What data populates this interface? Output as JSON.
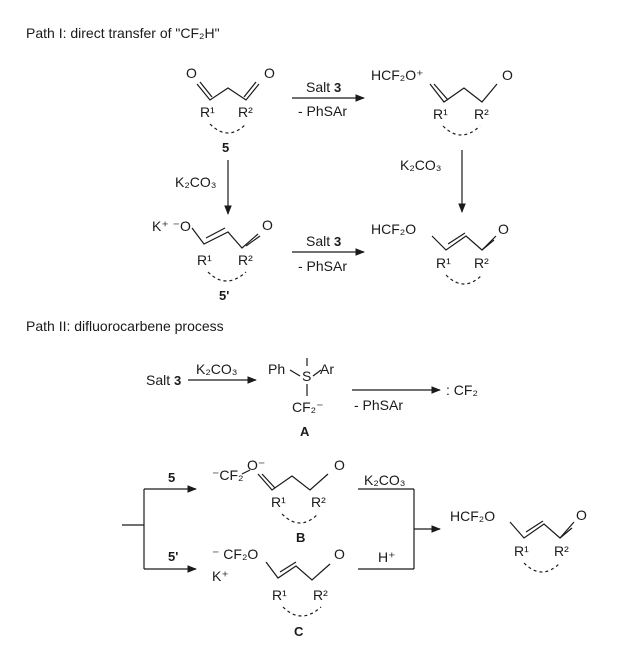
{
  "path1": {
    "title": "Path I: direct transfer of \"CF₂H\"",
    "r1": "R¹",
    "r2": "R²",
    "o": "O",
    "cmpd5": "5",
    "cmpd5p": "5'",
    "salt": "Salt ",
    "salt_num": "3",
    "byproduct": "- PhSAr",
    "base": "K₂CO₃",
    "hcf2o_plus": "HCF₂O⁺",
    "hcf2o": "HCF₂O",
    "k_enolate": "K⁺ ⁻O"
  },
  "path2": {
    "title": "Path II: difluorocarbene process",
    "salt": "Salt ",
    "salt_num": "3",
    "base": "K₂CO₃",
    "ph": "Ph",
    "s_atom": "S",
    "ar": "Ar",
    "cf2_anion": "CF₂⁻",
    "label_A": "A",
    "byproduct": "- PhSAr",
    "carbene": ": CF₂",
    "branch_5": "5",
    "branch_5p": "5'",
    "cf2_o_anion": "⁻CF₂",
    "o_minus": "O⁻",
    "label_B": "B",
    "cf2o_c": "⁻ CF₂O",
    "k_plus": "K⁺",
    "label_C": "C",
    "base2": "K₂CO₃",
    "h_plus": "H⁺",
    "product": "HCF₂O",
    "r1": "R¹",
    "r2": "R²",
    "o": "O"
  }
}
